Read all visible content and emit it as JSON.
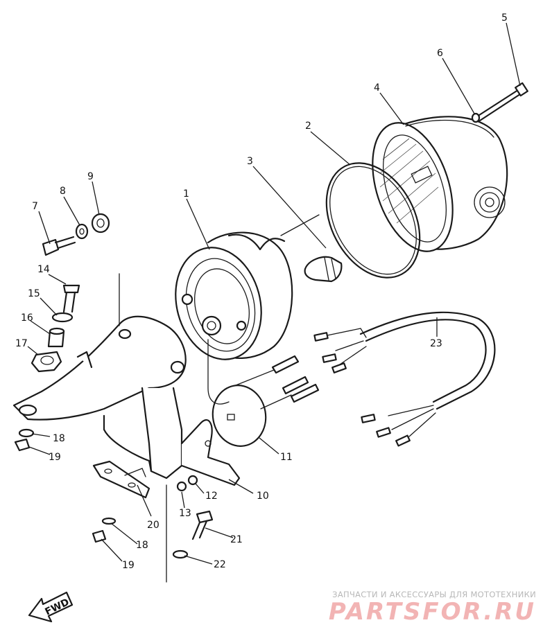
{
  "labels": {
    "l1": "1",
    "l2": "2",
    "l3": "3",
    "l4": "4",
    "l5": "5",
    "l6": "6",
    "l7": "7",
    "l8": "8",
    "l9": "9",
    "l10": "10",
    "l11": "11",
    "l12": "12",
    "l13": "13",
    "l14": "14",
    "l15": "15",
    "l16": "16",
    "l17": "17",
    "l18a": "18",
    "l19a": "19",
    "l20": "20",
    "l18b": "18",
    "l19b": "19",
    "l21": "21",
    "l22": "22",
    "l23": "23"
  },
  "fwd_label": "FWD",
  "watermark": {
    "subtitle": "ЗАПЧАСТИ И АКСЕССУАРЫ ДЛЯ МОТОТЕХНИКИ",
    "brand": "PARTSFOR.RU"
  },
  "colors": {
    "line": "#1a1a1a",
    "watermark_brand": "#f2b4b4",
    "watermark_sub": "#b8b8b8"
  }
}
